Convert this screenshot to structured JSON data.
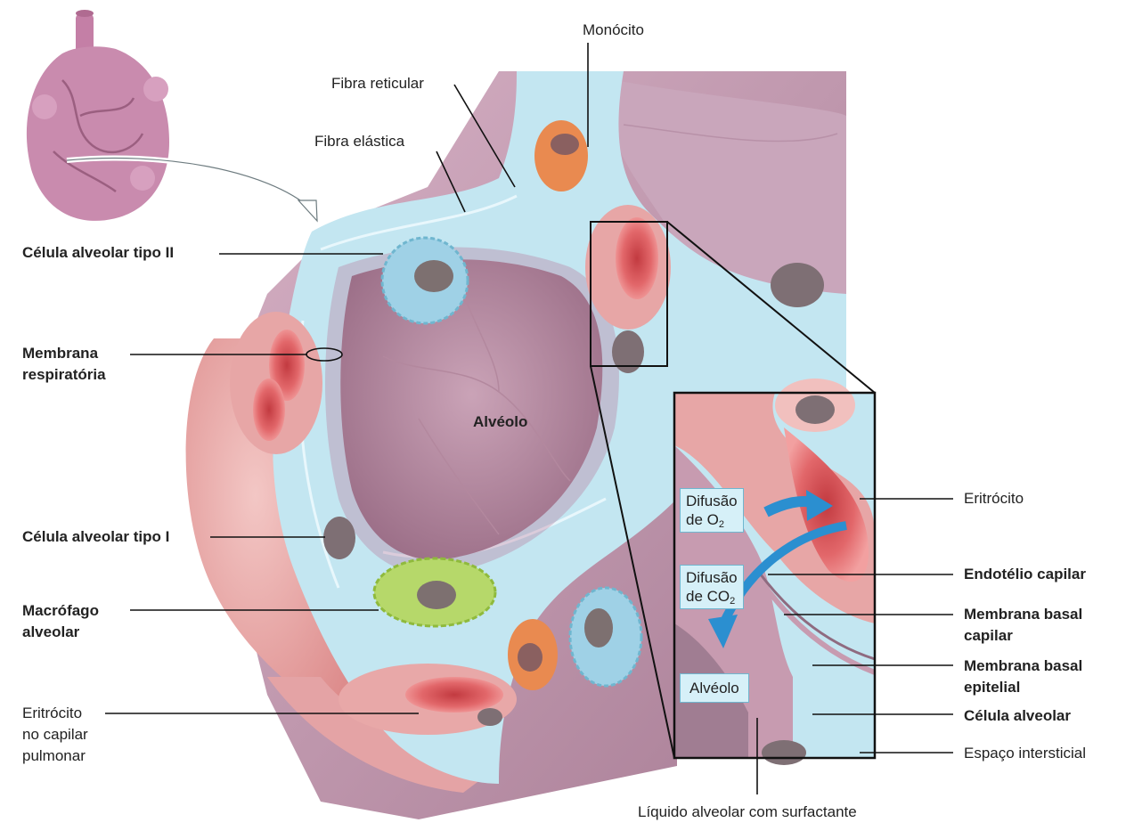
{
  "labels": {
    "monocito": "Monócito",
    "fibra_reticular": "Fibra reticular",
    "fibra_elastica": "Fibra elástica",
    "celula_tipo_ii": "Célula alveolar tipo II",
    "membrana_respiratoria": "Membrana\nrespiratória",
    "alveolo": "Alvéolo",
    "celula_tipo_i": "Célula alveolar tipo I",
    "macrofago": "Macrófago\nalveolar",
    "eritrocito_capilar": "Eritrócito\nno capilar\npulmonar",
    "eritrocito": "Eritrócito",
    "endotelio": "Endotélio capilar",
    "membrana_basal_capilar": "Membrana basal\ncapilar",
    "membrana_basal_epitelial": "Membrana basal\nepitelial",
    "celula_alveolar": "Célula alveolar",
    "espaco_intersticial": "Espaço intersticial",
    "liquido_alveolar": "Líquido alveolar com surfactante"
  },
  "inset": {
    "difusao_o2_line1": "Difusão",
    "difusao_o2_line2": "de O",
    "difusao_o2_sub": "2",
    "difusao_co2_line1": "Difusão",
    "difusao_co2_line2": "de CO",
    "difusao_co2_sub": "2",
    "alveolo": "Alvéolo"
  },
  "colors": {
    "alveolus_wall": "#c79bb0",
    "interstitium": "#bfe3ef",
    "erythrocyte": "#e0585a",
    "type_ii_cell": "#9fd1e6",
    "macrophage": "#b6d86a",
    "monocyte": "#e98a50",
    "arrow": "#2b8fd0"
  }
}
